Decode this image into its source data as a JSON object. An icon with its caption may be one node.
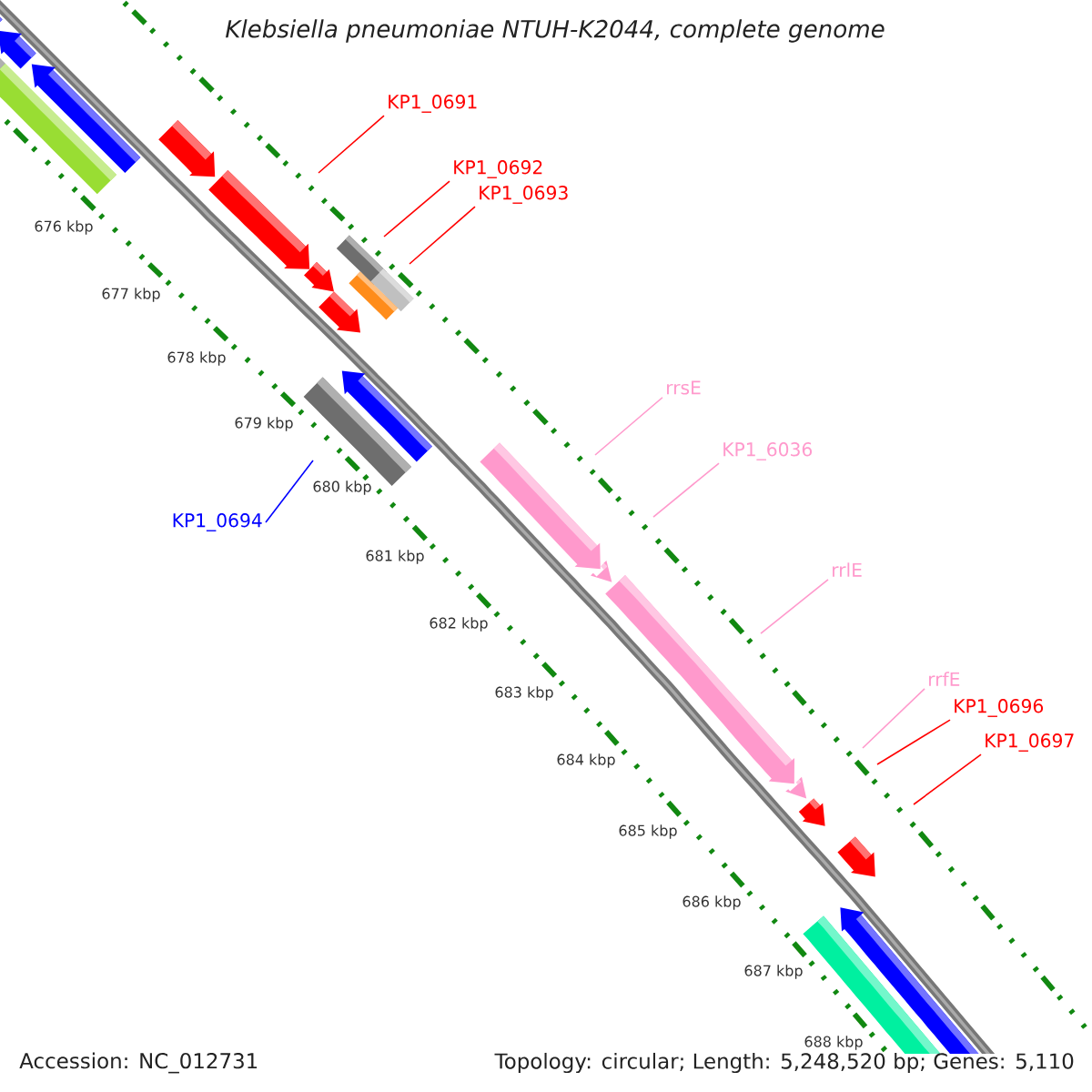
{
  "diagram": {
    "title": "Klebsiella pneumoniae NTUH-K2044, complete genome",
    "nodes": [
      {
        "text": [
          "KP1_0691"
        ]
      },
      {
        "text": [
          "KP1_0692"
        ]
      },
      {
        "text": [
          "KP1_0693"
        ]
      },
      {
        "text": [
          "rrsE"
        ]
      },
      {
        "text": [
          "KP1_6036"
        ]
      },
      {
        "text": [
          "KP1_0694"
        ]
      },
      {
        "text": [
          "rrlE"
        ]
      },
      {
        "text": [
          "rrfE"
        ]
      },
      {
        "text": [
          "KP1_0696"
        ]
      },
      {
        "text": [
          "KP1_0697"
        ]
      }
    ],
    "edges": [
      {
        "from": 0,
        "to": null,
        "arrow": "none"
      },
      {
        "from": 1,
        "to": null,
        "arrow": "none"
      },
      {
        "from": 2,
        "to": null,
        "arrow": "none"
      },
      {
        "from": 3,
        "to": null,
        "arrow": "none",
        "color": "#ff99cc"
      },
      {
        "from": 4,
        "to": null,
        "arrow": "none",
        "color": "#ff99cc"
      },
      {
        "from": 5,
        "to": null,
        "arrow": "none",
        "color": "#0000ff"
      },
      {
        "from": 6,
        "to": null,
        "arrow": "none",
        "color": "#ff99cc"
      },
      {
        "from": 7,
        "to": null,
        "arrow": "none",
        "color": "#ff99cc"
      },
      {
        "from": 8,
        "to": null,
        "arrow": "none"
      },
      {
        "from": 9,
        "to": null,
        "arrow": "none"
      }
    ],
    "labels": [
      "676 kbp",
      "677 kbp",
      "678 kbp",
      "679 kbp",
      "680 kbp",
      "681 kbp",
      "682 kbp",
      "683 kbp",
      "684 kbp",
      "685 kbp",
      "686 kbp",
      "687 kbp",
      "688 kbp",
      "Accession: NC_012731",
      "Topology: circular; Length: 5,248,520 bp; Genes: 5,110"
    ]
  }
}
